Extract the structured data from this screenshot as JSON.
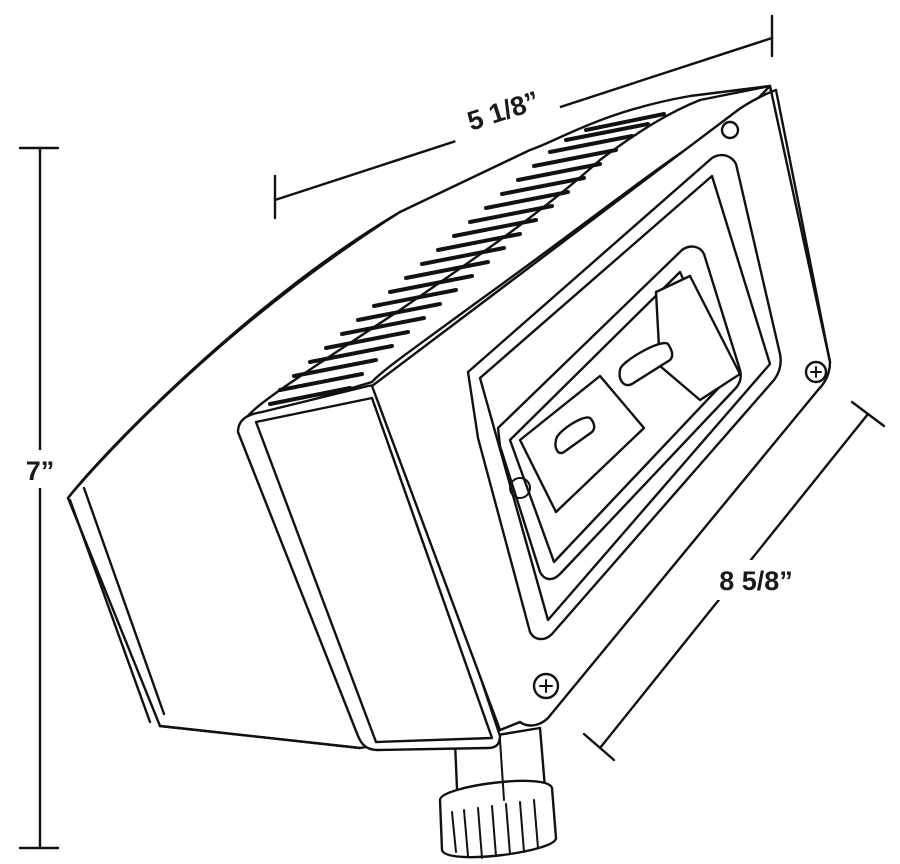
{
  "dimensions": {
    "height": "7”",
    "width": "5 1/8”",
    "depth": "8 5/8”"
  }
}
